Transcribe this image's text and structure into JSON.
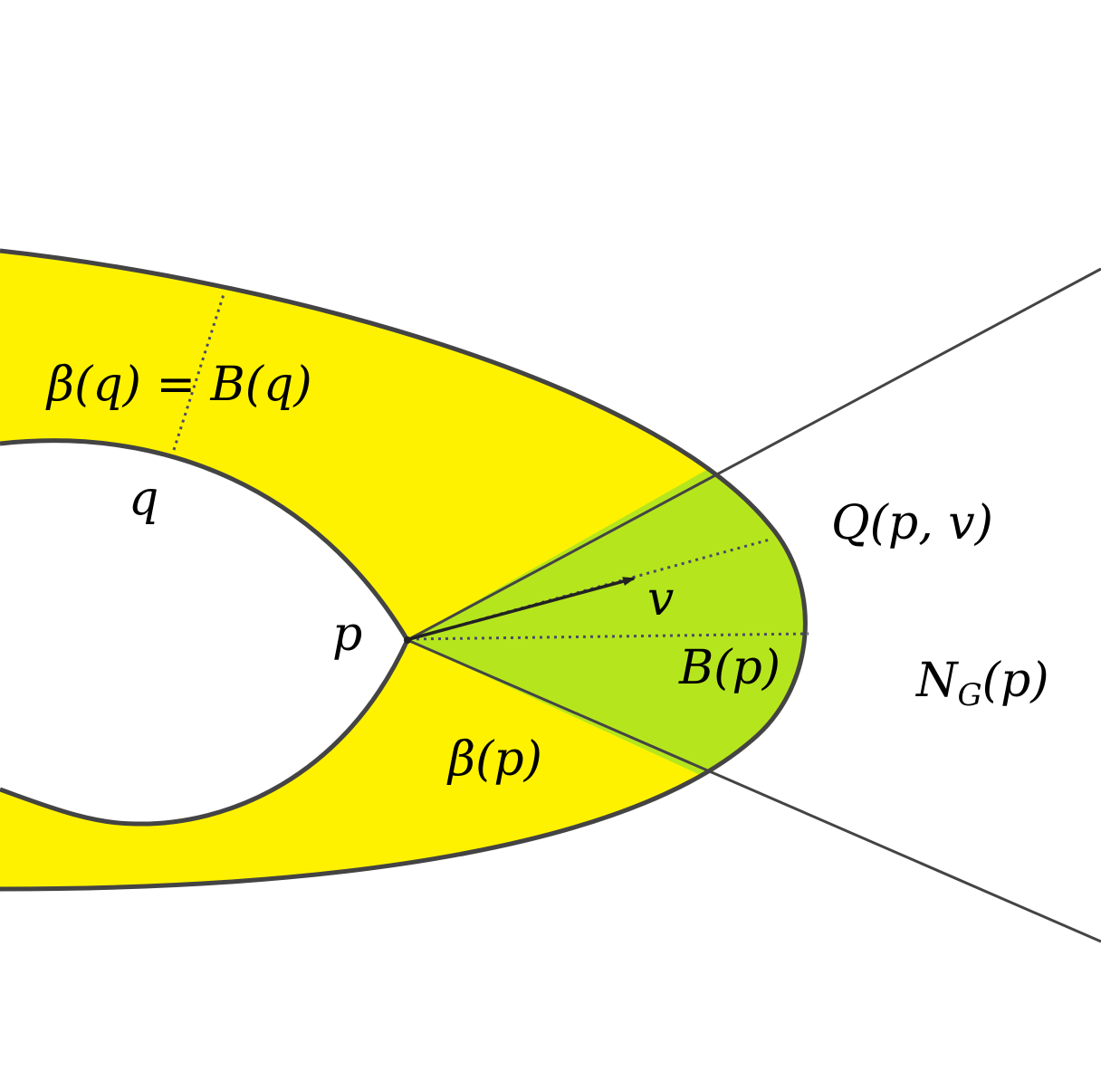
{
  "labels": {
    "beta_q_eq_B_q": "β(q) = B(q)",
    "q": "q",
    "p": "p",
    "v": "v",
    "Q_p_v": "Q(p, v)",
    "B_p": "B(p)",
    "N_G_main": "N",
    "N_G_sub": "G",
    "N_G_arg": "(p)",
    "beta_p": "β(p)"
  },
  "colors": {
    "outer_region": "#fff200",
    "cone_region": "#b5e61d",
    "outline": "#444444",
    "dotted_line": "#4a4a6a",
    "background": "#ffffff"
  }
}
